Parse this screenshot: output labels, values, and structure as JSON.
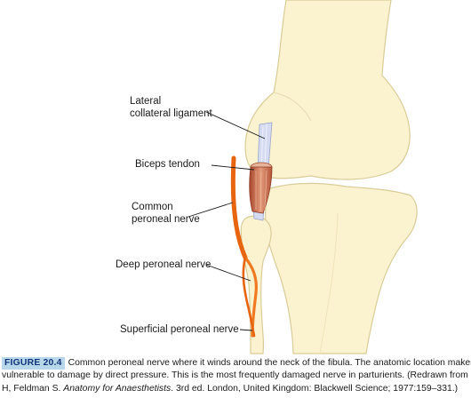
{
  "labels": {
    "lateral_collateral_ligament": [
      "Lateral",
      "collateral ligament"
    ],
    "biceps_tendon": "Biceps tendon",
    "common_peroneal_nerve": [
      "Common",
      "peroneal nerve"
    ],
    "deep_peroneal_nerve": "Deep peroneal nerve",
    "superficial_peroneal_nerve": "Superficial peroneal nerve"
  },
  "caption": {
    "figure_number": "FIGURE 20.4",
    "lines": [
      "Common peroneal nerve where it winds around the neck of the fibula. The anatomic location makes it",
      "vulnerable to damage by direct pressure. This is the most frequently damaged nerve in parturients. (Redrawn from Ellis",
      "H, Feldman S. Anatomy for Anaesthetists. 3rd ed. London, United Kingdom: Blackwell Science; 1977:159–331.)"
    ]
  },
  "colors": {
    "bone_fill": "#fbf3d0",
    "bone_outline": "#d9cc98",
    "nerve": "#f07a22",
    "nerve_dark": "#c85a10",
    "muscle": "#d9886a",
    "ligament": "#c9d2ec",
    "figure_tag_bg": "#b9d7ea",
    "figure_tag_text": "#11357a"
  }
}
